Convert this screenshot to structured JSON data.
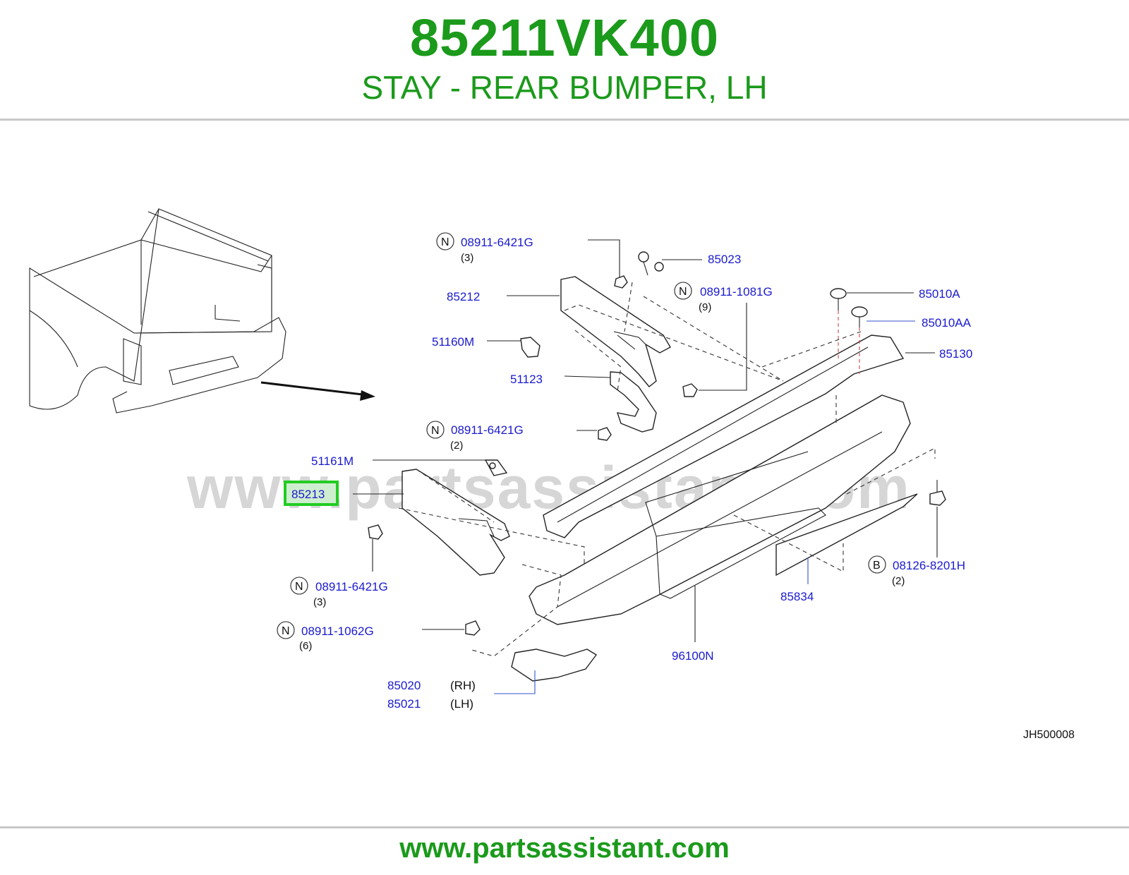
{
  "header": {
    "part_number": "85211VK400",
    "description": "STAY - REAR BUMPER, LH"
  },
  "footer": {
    "url": "www.partsassistant.com"
  },
  "watermark": "www.partsassistant.com",
  "diagram": {
    "reference_code": "JH500008",
    "highlighted_part": "85213",
    "highlight_color": "#22cc22",
    "accent_color": "#1b9a1b",
    "label_color": "#1a1ad0",
    "callouts": [
      {
        "id": "n1",
        "prefix": "N",
        "part": "08911-6421G",
        "qty": "(3)"
      },
      {
        "id": "p85023",
        "part": "85023"
      },
      {
        "id": "p85212",
        "part": "85212"
      },
      {
        "id": "n2",
        "prefix": "N",
        "part": "08911-1081G",
        "qty": "(9)"
      },
      {
        "id": "p85010a",
        "part": "85010A"
      },
      {
        "id": "p85010aa",
        "part": "85010AA"
      },
      {
        "id": "p51160m",
        "part": "51160M"
      },
      {
        "id": "p85130",
        "part": "85130"
      },
      {
        "id": "p51123",
        "part": "51123"
      },
      {
        "id": "n3",
        "prefix": "N",
        "part": "08911-6421G",
        "qty": "(2)"
      },
      {
        "id": "p51161m",
        "part": "51161M"
      },
      {
        "id": "p85213",
        "part": "85213"
      },
      {
        "id": "n4",
        "prefix": "N",
        "part": "08911-6421G",
        "qty": "(3)"
      },
      {
        "id": "b1",
        "prefix": "B",
        "part": "08126-8201H",
        "qty": "(2)"
      },
      {
        "id": "p85834",
        "part": "85834"
      },
      {
        "id": "n5",
        "prefix": "N",
        "part": "08911-1062G",
        "qty": "(6)"
      },
      {
        "id": "p96100n",
        "part": "96100N"
      },
      {
        "id": "p85020",
        "part": "85020",
        "side": "(RH)"
      },
      {
        "id": "p85021",
        "part": "85021",
        "side": "(LH)"
      }
    ]
  }
}
